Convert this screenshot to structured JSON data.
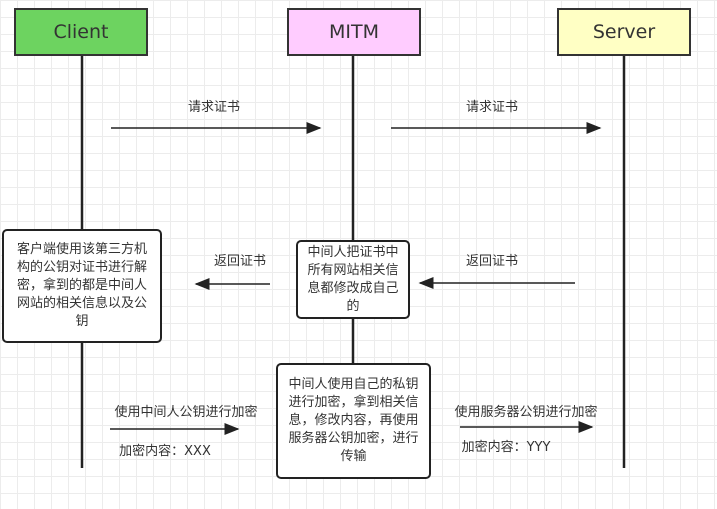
{
  "actors": [
    {
      "label": "Client",
      "color": "#6dd360"
    },
    {
      "label": "MITM",
      "color": "#ffccff"
    },
    {
      "label": "Server",
      "color": "#ffffc4"
    }
  ],
  "messages": {
    "req_client_mitm": "请求证书",
    "req_mitm_server": "请求证书",
    "ret_mitm_client": "返回证书",
    "ret_server_mitm": "返回证书",
    "enc_client": "使用中间人公钥进行加密",
    "enc_client_content": "加密内容：XXX",
    "enc_mitm": "使用服务器公钥进行加密",
    "enc_mitm_content": "加密内容：YYY"
  },
  "notes": {
    "client_decrypt": "客户端使用该第三方机构的公钥对证书进行解密，拿到的都是中间人网站的相关信息以及公钥",
    "mitm_replace": "中间人把证书中所有网站相关信息都修改成自己的",
    "mitm_reencrypt": "中间人使用自己的私钥进行加密，拿到相关信息，修改内容，再使用服务器公钥加密，进行传输"
  }
}
